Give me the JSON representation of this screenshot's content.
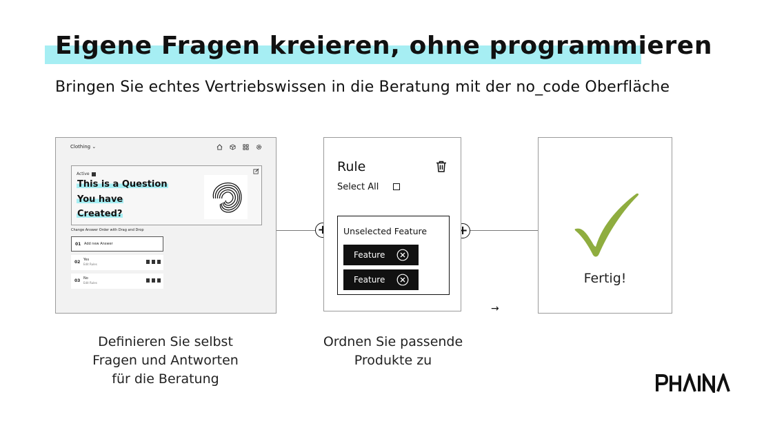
{
  "header": {
    "title": "Eigene Fragen kreieren, ohne programmieren",
    "subtitle": "Bringen Sie echtes Vertriebswissen in die Beratung mit der no_code Oberfläche",
    "highlight_color": "#a6eef3"
  },
  "editor_panel": {
    "category_dropdown": "Clothing",
    "toolbar_icons": [
      "home-icon",
      "box-icon",
      "grid-icon",
      "gear-icon"
    ],
    "card": {
      "status_label": "Active",
      "question_lines": [
        "This is a Question",
        "You have",
        "Created?"
      ],
      "image": "spiral-image"
    },
    "order_hint": "Change Answer Order with Drag and Drop",
    "answers": [
      {
        "number": "01",
        "label": "Add new Answer",
        "sub": ""
      },
      {
        "number": "02",
        "label": "Yes",
        "sub": "Edit Rules"
      },
      {
        "number": "03",
        "label": "No",
        "sub": "Edit Rules"
      }
    ]
  },
  "rule_panel": {
    "title": "Rule",
    "select_all_label": "Select All",
    "feature_group_title": "Unselected Feature",
    "features": [
      "Feature",
      "Feature"
    ]
  },
  "done_panel": {
    "label": "Fertig!",
    "check_color": "#8fad3f"
  },
  "captions": {
    "step1": [
      "Definieren Sie selbst",
      "Fragen und Antworten",
      "für die Beratung"
    ],
    "step2": [
      "Ordnen Sie passende",
      "Produkte zu"
    ]
  },
  "logo": {
    "text": "PHAINA"
  }
}
